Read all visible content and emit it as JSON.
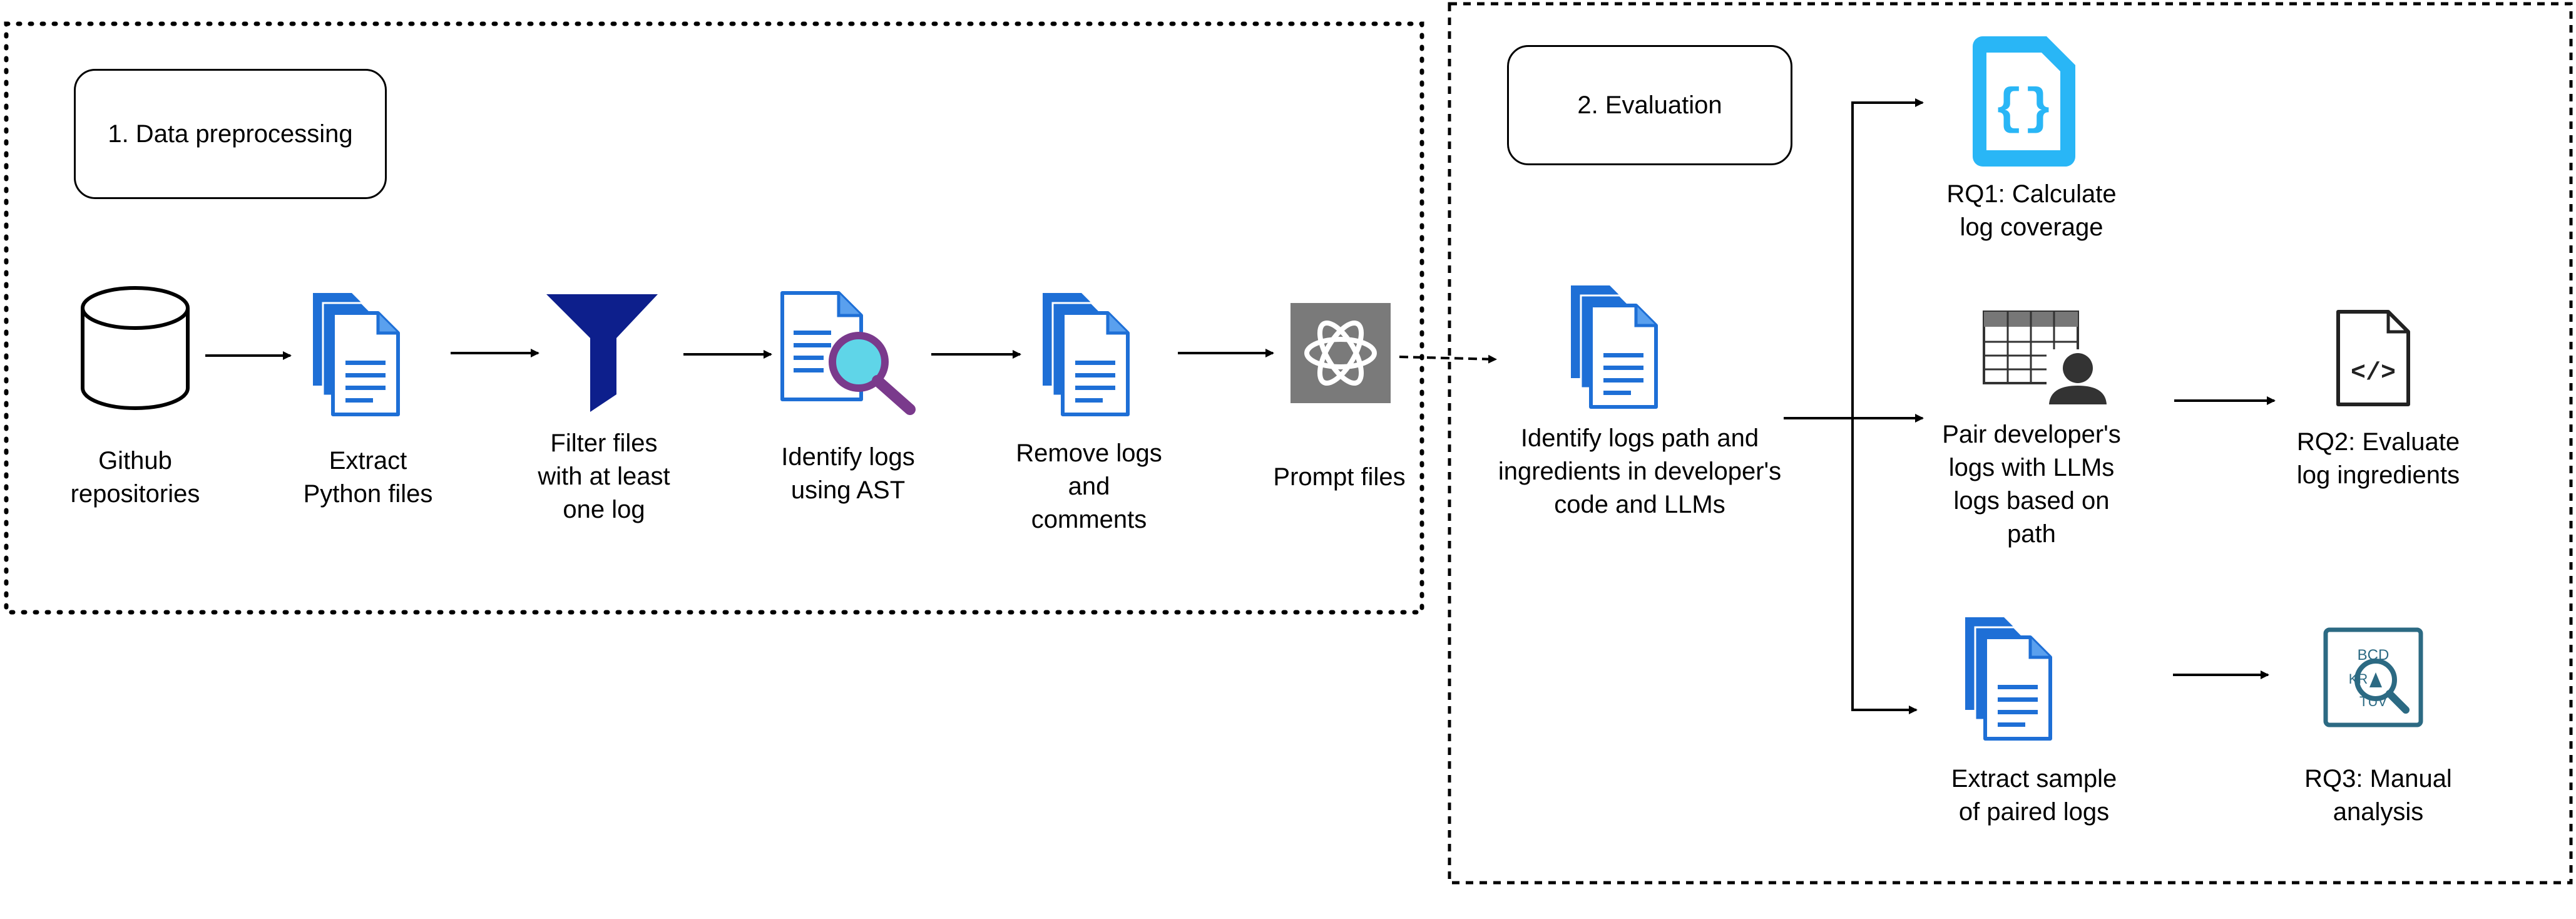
{
  "phases": {
    "preprocessing": {
      "label": "1. Data preprocessing"
    },
    "evaluation": {
      "label": "2. Evaluation"
    }
  },
  "steps": {
    "github": {
      "label": "Github\nrepositories",
      "icon": "database-icon"
    },
    "extract": {
      "label": "Extract\nPython files",
      "icon": "documents-icon"
    },
    "filter": {
      "label": "Filter files\nwith at least\none log",
      "icon": "funnel-icon"
    },
    "identify_ast": {
      "label": "Identify logs\nusing AST",
      "icon": "document-search-icon"
    },
    "remove": {
      "label": "Remove logs\nand\ncomments",
      "icon": "documents-icon"
    },
    "prompt": {
      "label": "Prompt files",
      "icon": "openai-logo-icon"
    },
    "identify_path": {
      "label": "Identify logs path and\ningredients in developer's\ncode and LLMs",
      "icon": "documents-icon"
    },
    "rq1": {
      "label": "RQ1: Calculate\nlog coverage",
      "icon": "json-file-icon"
    },
    "pair": {
      "label": "Pair developer's\nlogs with LLMs\nlogs based on\npath",
      "icon": "table-user-icon"
    },
    "rq2": {
      "label": "RQ2: Evaluate\nlog ingredients",
      "icon": "code-file-icon"
    },
    "sample": {
      "label": "Extract sample\nof paired logs",
      "icon": "documents-icon"
    },
    "rq3": {
      "label": "RQ3: Manual\nanalysis",
      "icon": "analysis-search-icon"
    }
  },
  "colors": {
    "doc_blue": "#1e6fd6",
    "doc_blue_light": "#5aa0ee",
    "funnel_navy": "#0d1f8c",
    "json_cyan": "#29b6f6",
    "openai_gray": "#7a7a7a",
    "analysis_teal": "#2c6a83",
    "magnifier_purple": "#7a3a8c"
  }
}
